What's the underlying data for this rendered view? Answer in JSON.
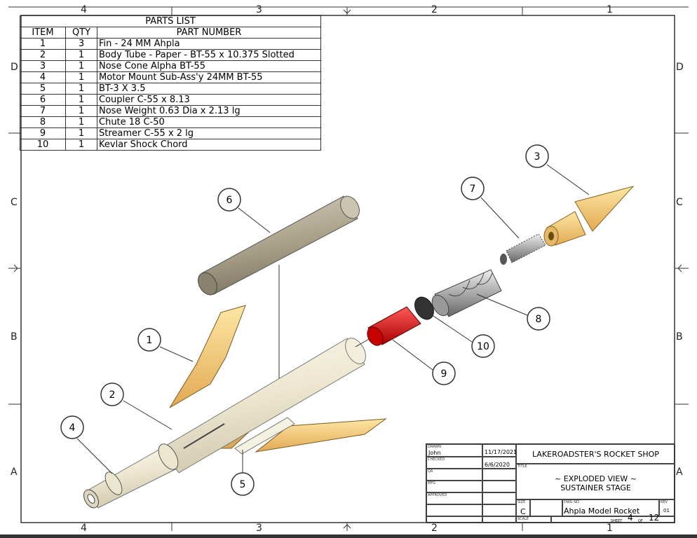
{
  "zones": {
    "columns": [
      "4",
      "3",
      "2",
      "1"
    ],
    "rows": [
      "D",
      "C",
      "B",
      "A"
    ]
  },
  "parts_list": {
    "title": "PARTS LIST",
    "headers": [
      "ITEM",
      "QTY",
      "PART NUMBER"
    ],
    "rows": [
      [
        "1",
        "3",
        "Fin - 24 MM Ahpla"
      ],
      [
        "2",
        "1",
        "Body Tube - Paper - BT-55 x 10.375 Slotted"
      ],
      [
        "3",
        "1",
        "Nose Cone Alpha BT-55"
      ],
      [
        "4",
        "1",
        "Motor Mount Sub-Ass'y 24MM BT-55"
      ],
      [
        "5",
        "1",
        "BT-3 X 3.5"
      ],
      [
        "6",
        "1",
        "Coupler C-55 x 8.13"
      ],
      [
        "7",
        "1",
        "Nose Weight 0.63 Dia x 2.13 lg"
      ],
      [
        "8",
        "1",
        "Chute 18 C-50"
      ],
      [
        "9",
        "1",
        "Streamer C-55 x 2 lg"
      ],
      [
        "10",
        "1",
        "Kevlar Shock Chord"
      ]
    ]
  },
  "balloons": [
    "1",
    "2",
    "3",
    "4",
    "5",
    "6",
    "7",
    "8",
    "9",
    "10"
  ],
  "title_block": {
    "drawn_label": "DRAWN",
    "drawn": "John",
    "drawn_date": "11/17/2021",
    "checked_label": "CHECKED",
    "checked_date": "6/6/2020",
    "qa_label": "QA",
    "mfg_label": "MFG",
    "approved_label": "APPROVED",
    "company": "LAKEROADSTER'S ROCKET SHOP",
    "title_label": "TITLE",
    "title_line1": "~ EXPLODED VIEW ~",
    "title_line2": "SUSTAINER STAGE",
    "size_label": "SIZE",
    "size": "C",
    "dwg_label": "DWG NO",
    "dwg_no": "Ahpla Model Rocket",
    "rev_label": "REV",
    "rev": "01",
    "scale_label": "SCALE",
    "sheet_label": "SHEET",
    "sheet": "4",
    "of_label": "OF",
    "sheet_total": "12"
  }
}
